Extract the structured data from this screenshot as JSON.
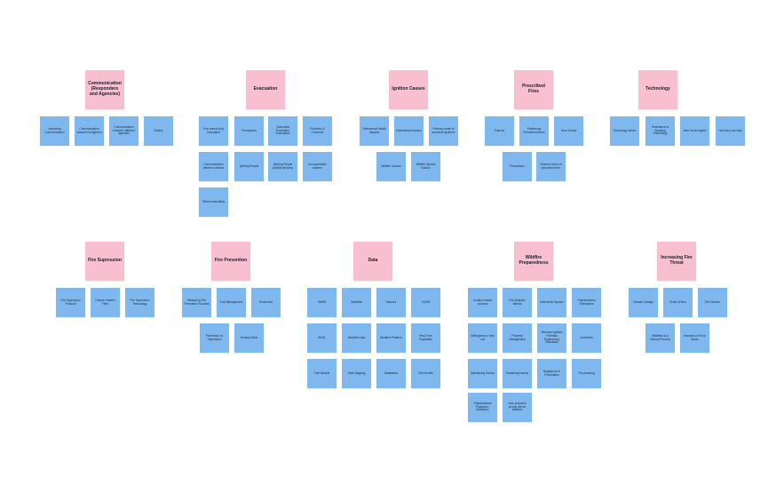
{
  "colors": {
    "header": "#f7bfd0",
    "item": "#7fb8ef",
    "background": "#ffffff"
  },
  "groups": [
    {
      "title": "Communication (Responders and Agencies)",
      "items": [
        "Improving Communication",
        "Communication between firefighters",
        "Communication between different agencies",
        "Radios"
      ]
    },
    {
      "title": "Evacuation",
      "items": [
        "If an area is fully evacuated",
        "Precautions",
        "Vulnerable Population Evacuation",
        "Problems & Concerns",
        "Communication between citizens",
        "Alerting People",
        "Alerting People (Mobile devices)",
        "Uncooperative citizens",
        "When evacuating"
      ]
    },
    {
      "title": "Ignition Causes",
      "items": [
        "Detrimental Health Impacts",
        "Detrimental Impacts",
        "Primary cause of structural ignitions",
        "Wildfire Causes",
        "Wildfire Spread Factors"
      ]
    },
    {
      "title": "Prescribed Fires",
      "items": [
        "Purpose",
        "Performing Prescribed Burns",
        "How it helps",
        "Precautions",
        "Citizens views on prescribed fires"
      ]
    },
    {
      "title": "Technology",
      "items": [
        "Technology failure",
        "Resistance to Adopting Technology",
        "New Technologies",
        "How they can help"
      ]
    },
    {
      "title": "Fire Supression",
      "items": [
        "Fire Supression Protocol",
        "Human Caused Fires",
        "Fire Supression Technology"
      ]
    },
    {
      "title": "Fire Prevention",
      "items": [
        "Measuring Fire Prevention Success",
        "Fuel Management",
        "Prevention",
        "Prevention vs Supression",
        "Smokey Bear"
      ]
    },
    {
      "title": "Data",
      "items": [
        "RAWS",
        "Satellites",
        "Sensors",
        "LIDAR",
        "AI/ML",
        "Weather Data",
        "Weather Patterns",
        "Real-Time Population",
        "Fuel Models",
        "Data Mapping",
        "Databases",
        "Fire Models"
      ]
    },
    {
      "title": "Wildfire Preparedness",
      "items": [
        "Location based conduct",
        "Fire Adaptive Worlds",
        "Defensible Spaces",
        "Preparedness Techniques",
        "Willingness to help out",
        "Property Management",
        "Structure Ignition Potential Engineering Standards",
        "Incentives",
        "Maintaining Homes",
        "Hardening Homes",
        "Negligence in Preparation",
        "Pre-planning",
        "Preparedness Programs / Education",
        "How prepared people are for wildfires"
      ]
    },
    {
      "title": "Increasing Fire Threat",
      "items": [
        "Climate Change",
        "Scale of fires",
        "Fire Season",
        "Wildfires as a Natural Process",
        "Humans in Prone Areas"
      ]
    }
  ]
}
